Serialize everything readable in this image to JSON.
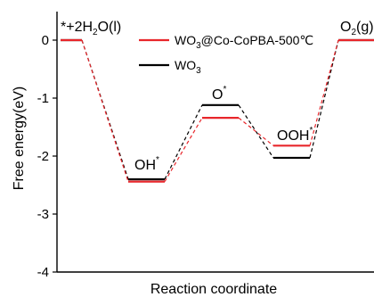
{
  "chart_data": {
    "type": "line",
    "title": "",
    "xlabel": "Reaction coordinate",
    "ylabel": "Free energy(eV)",
    "ylim": [
      -4,
      0.4
    ],
    "yticks": [
      0,
      -1,
      -2,
      -3,
      -4
    ],
    "grid": false,
    "legend_position": "top",
    "states": [
      {
        "label": "*+2H",
        "label_sub": "2",
        "label_end": "O(l)"
      },
      {
        "label": "OH",
        "label_sup": "*"
      },
      {
        "label": "O",
        "label_sup": "*"
      },
      {
        "label": "OOH",
        "label_sup": "*"
      },
      {
        "label": "O",
        "label_sub": "2",
        "label_end": "(g)"
      }
    ],
    "series": [
      {
        "name": "WO3@Co-CoPBA-500℃",
        "legend_parts": {
          "main": "WO",
          "sub": "3",
          "rest": "@Co-CoPBA-500℃"
        },
        "color": "#e8262b",
        "values": [
          0,
          -2.44,
          -1.34,
          -1.82,
          0
        ]
      },
      {
        "name": "WO3",
        "legend_parts": {
          "main": "WO",
          "sub": "3",
          "rest": ""
        },
        "color": "#000000",
        "values": [
          0,
          -2.4,
          -1.12,
          -2.03,
          0
        ]
      }
    ]
  }
}
